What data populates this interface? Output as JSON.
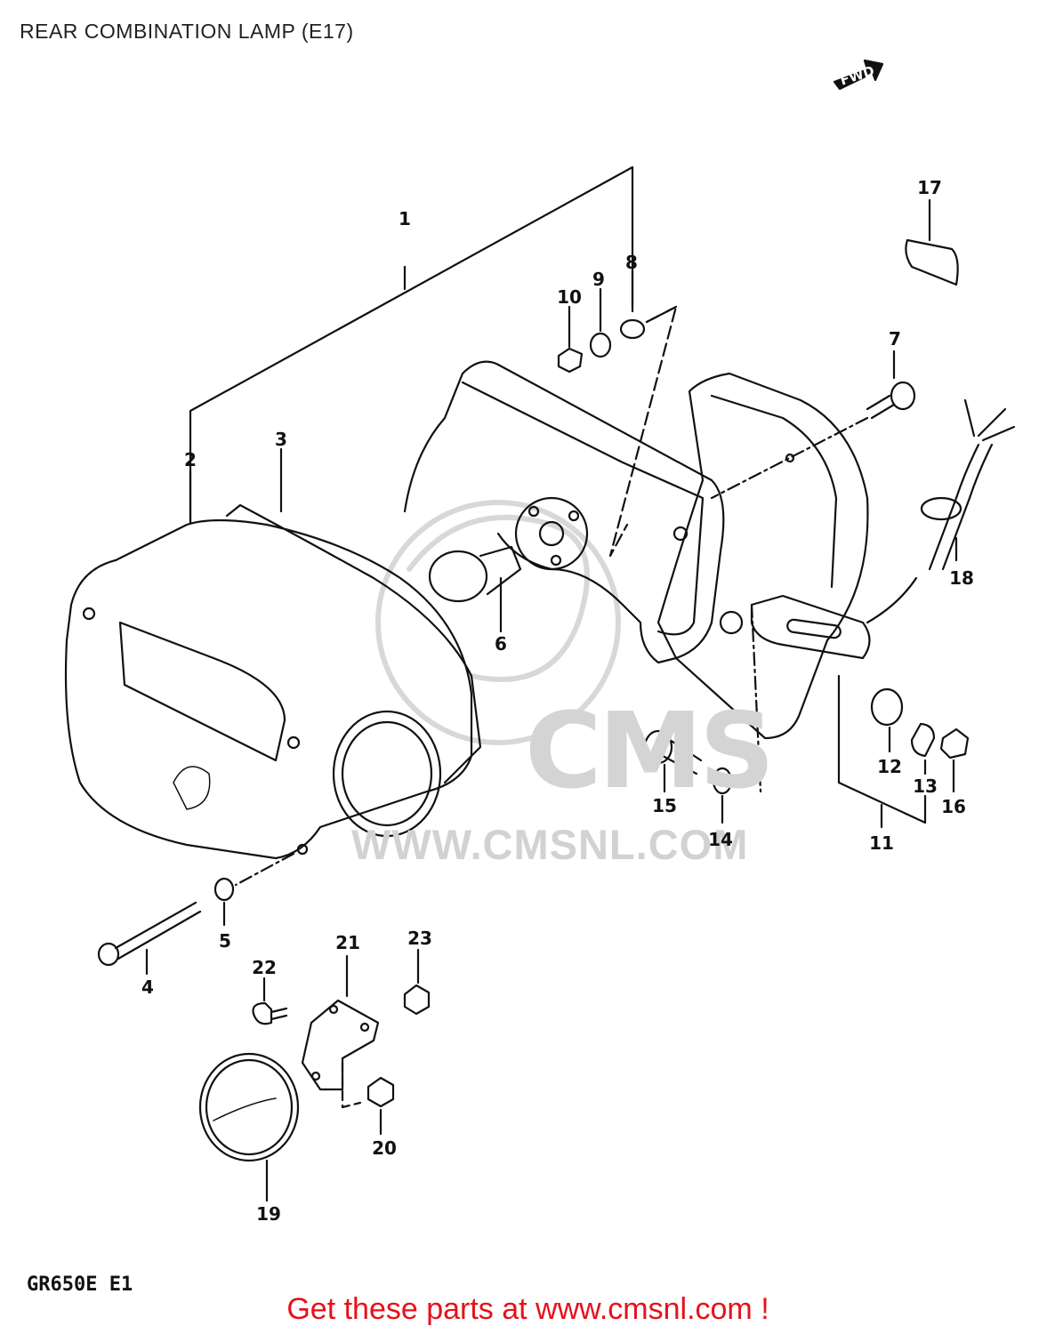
{
  "title": "REAR COMBINATION LAMP (E17)",
  "model_code": "GR650E E1",
  "footer_link": "Get these parts at www.cmsnl.com !",
  "watermark": {
    "logo": "CMS",
    "url": "WWW.CMSNL.COM"
  },
  "fwd_label": "FWD",
  "part_numbers": [
    "1",
    "2",
    "3",
    "4",
    "5",
    "6",
    "7",
    "8",
    "9",
    "10",
    "11",
    "12",
    "13",
    "14",
    "15",
    "16",
    "17",
    "18",
    "19",
    "20",
    "21",
    "22",
    "23"
  ],
  "colors": {
    "line": "#111111",
    "footer": "#e8101a",
    "watermark": "#d2d2d2"
  }
}
